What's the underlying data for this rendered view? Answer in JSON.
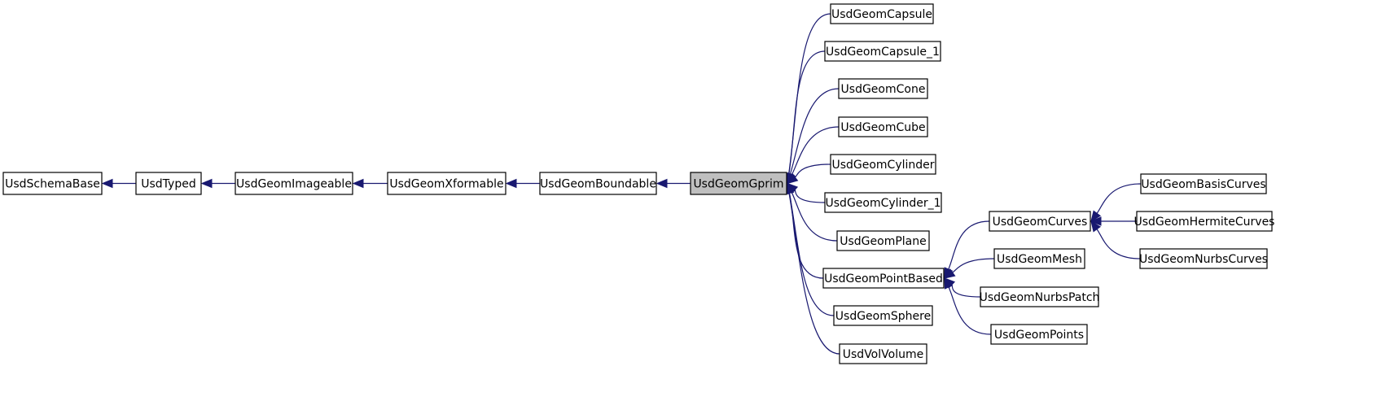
{
  "diagram": {
    "nodes": [
      {
        "id": "schemabase",
        "label": "UsdSchemaBase"
      },
      {
        "id": "typed",
        "label": "UsdTyped"
      },
      {
        "id": "imageable",
        "label": "UsdGeomImageable"
      },
      {
        "id": "xformable",
        "label": "UsdGeomXformable"
      },
      {
        "id": "boundable",
        "label": "UsdGeomBoundable"
      },
      {
        "id": "gprim",
        "label": "UsdGeomGprim",
        "highlight": true
      },
      {
        "id": "capsule",
        "label": "UsdGeomCapsule"
      },
      {
        "id": "capsule1",
        "label": "UsdGeomCapsule_1"
      },
      {
        "id": "cone",
        "label": "UsdGeomCone"
      },
      {
        "id": "cube",
        "label": "UsdGeomCube"
      },
      {
        "id": "cylinder",
        "label": "UsdGeomCylinder"
      },
      {
        "id": "cylinder1",
        "label": "UsdGeomCylinder_1"
      },
      {
        "id": "plane",
        "label": "UsdGeomPlane"
      },
      {
        "id": "pointbased",
        "label": "UsdGeomPointBased"
      },
      {
        "id": "sphere",
        "label": "UsdGeomSphere"
      },
      {
        "id": "volvolume",
        "label": "UsdVolVolume"
      },
      {
        "id": "curves",
        "label": "UsdGeomCurves"
      },
      {
        "id": "mesh",
        "label": "UsdGeomMesh"
      },
      {
        "id": "nurbspatch",
        "label": "UsdGeomNurbsPatch"
      },
      {
        "id": "points",
        "label": "UsdGeomPoints"
      },
      {
        "id": "basiscurves",
        "label": "UsdGeomBasisCurves"
      },
      {
        "id": "hermitecurves",
        "label": "UsdGeomHermiteCurves"
      },
      {
        "id": "nurbscurves",
        "label": "UsdGeomNurbsCurves"
      }
    ],
    "edges": [
      {
        "from": "typed",
        "to": "schemabase"
      },
      {
        "from": "imageable",
        "to": "typed"
      },
      {
        "from": "xformable",
        "to": "imageable"
      },
      {
        "from": "boundable",
        "to": "xformable"
      },
      {
        "from": "gprim",
        "to": "boundable"
      },
      {
        "from": "capsule",
        "to": "gprim"
      },
      {
        "from": "capsule1",
        "to": "gprim"
      },
      {
        "from": "cone",
        "to": "gprim"
      },
      {
        "from": "cube",
        "to": "gprim"
      },
      {
        "from": "cylinder",
        "to": "gprim"
      },
      {
        "from": "cylinder1",
        "to": "gprim"
      },
      {
        "from": "plane",
        "to": "gprim"
      },
      {
        "from": "pointbased",
        "to": "gprim"
      },
      {
        "from": "sphere",
        "to": "gprim"
      },
      {
        "from": "volvolume",
        "to": "gprim"
      },
      {
        "from": "curves",
        "to": "pointbased"
      },
      {
        "from": "mesh",
        "to": "pointbased"
      },
      {
        "from": "nurbspatch",
        "to": "pointbased"
      },
      {
        "from": "points",
        "to": "pointbased"
      },
      {
        "from": "basiscurves",
        "to": "curves"
      },
      {
        "from": "hermitecurves",
        "to": "curves"
      },
      {
        "from": "nurbscurves",
        "to": "curves"
      }
    ],
    "edge_color": "#191970",
    "highlight_fill": "#bfbfbf"
  }
}
